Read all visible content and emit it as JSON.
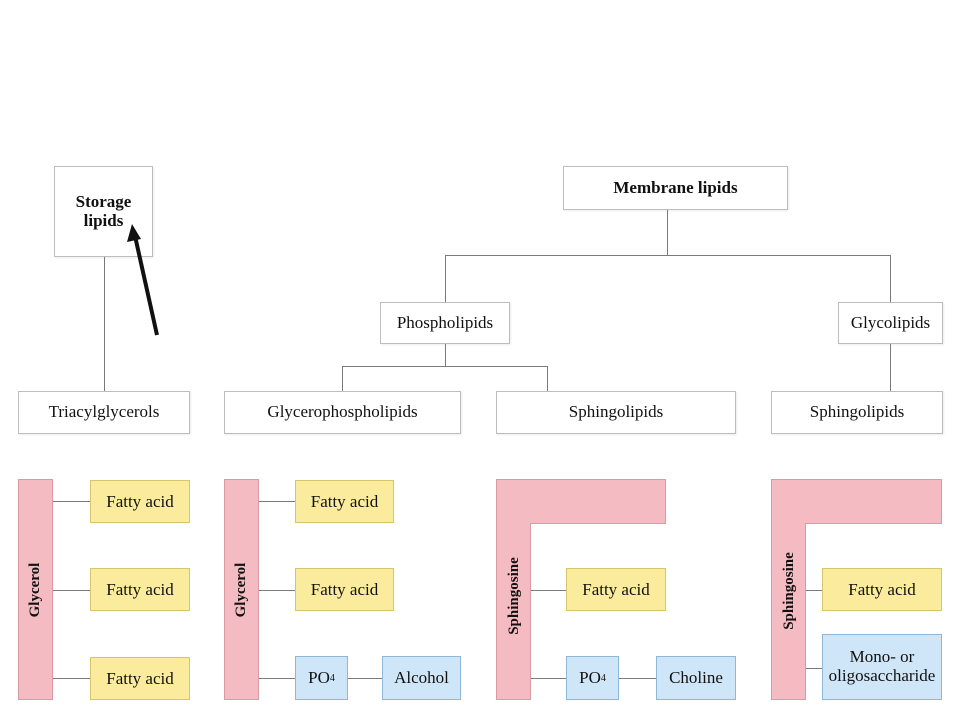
{
  "storage_lipids": "Storage lipids",
  "membrane_lipids": "Membrane lipids",
  "phospholipids": "Phospholipids",
  "glycolipids": "Glycolipids",
  "triacylglycerols": "Triacylglycerols",
  "glycerophospholipids": "Glycerophospholipids",
  "sphingolipids_1": "Sphingolipids",
  "sphingolipids_2": "Sphingolipids",
  "glycerol": "Glycerol",
  "sphingosine": "Sphingosine",
  "fatty_acid": "Fatty acid",
  "po4": "PO",
  "po4_sub": "4",
  "alcohol": "Alcohol",
  "choline": "Choline",
  "saccharide": "Mono- or oligosaccharide",
  "colors": {
    "backbone": "#f4bcc2",
    "fatty_acid": "#fbec9d",
    "head_group": "#cfe6f8"
  }
}
